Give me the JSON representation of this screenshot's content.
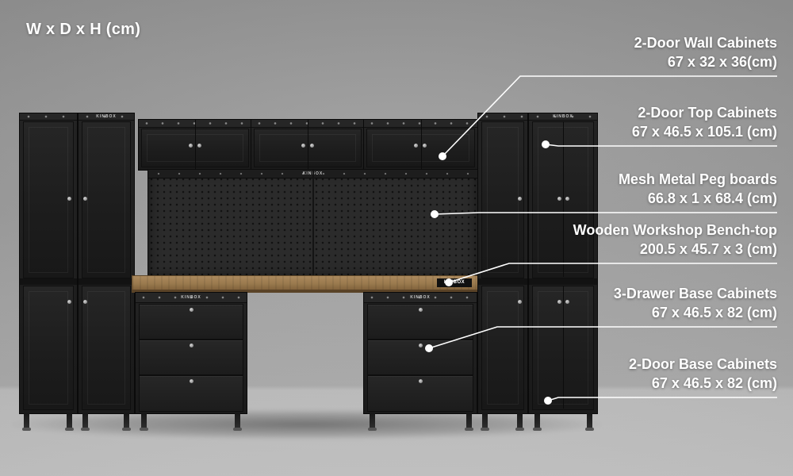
{
  "legend": "W x D x H (cm)",
  "brand": "KINBOX",
  "annotations": [
    {
      "title": "2-Door Wall Cabinets",
      "dims": "67 x 32 x 36(cm)"
    },
    {
      "title": "2-Door Top Cabinets",
      "dims": "67 x 46.5 x 105.1 (cm)"
    },
    {
      "title": "Mesh Metal Peg boards",
      "dims": "66.8 x 1 x 68.4 (cm)"
    },
    {
      "title": "Wooden Workshop Bench-top",
      "dims": "200.5 x 45.7 x 3 (cm)"
    },
    {
      "title": "3-Drawer Base Cabinets",
      "dims": "67 x 46.5 x 82 (cm)"
    },
    {
      "title": "2-Door Base Cabinets",
      "dims": "67 x 46.5 x 82 (cm)"
    }
  ],
  "colors": {
    "text": "#ffffff",
    "cabinet": "#1e1e1e",
    "bench_wood": "#9a7a4e",
    "background": "#a3a3a3"
  }
}
